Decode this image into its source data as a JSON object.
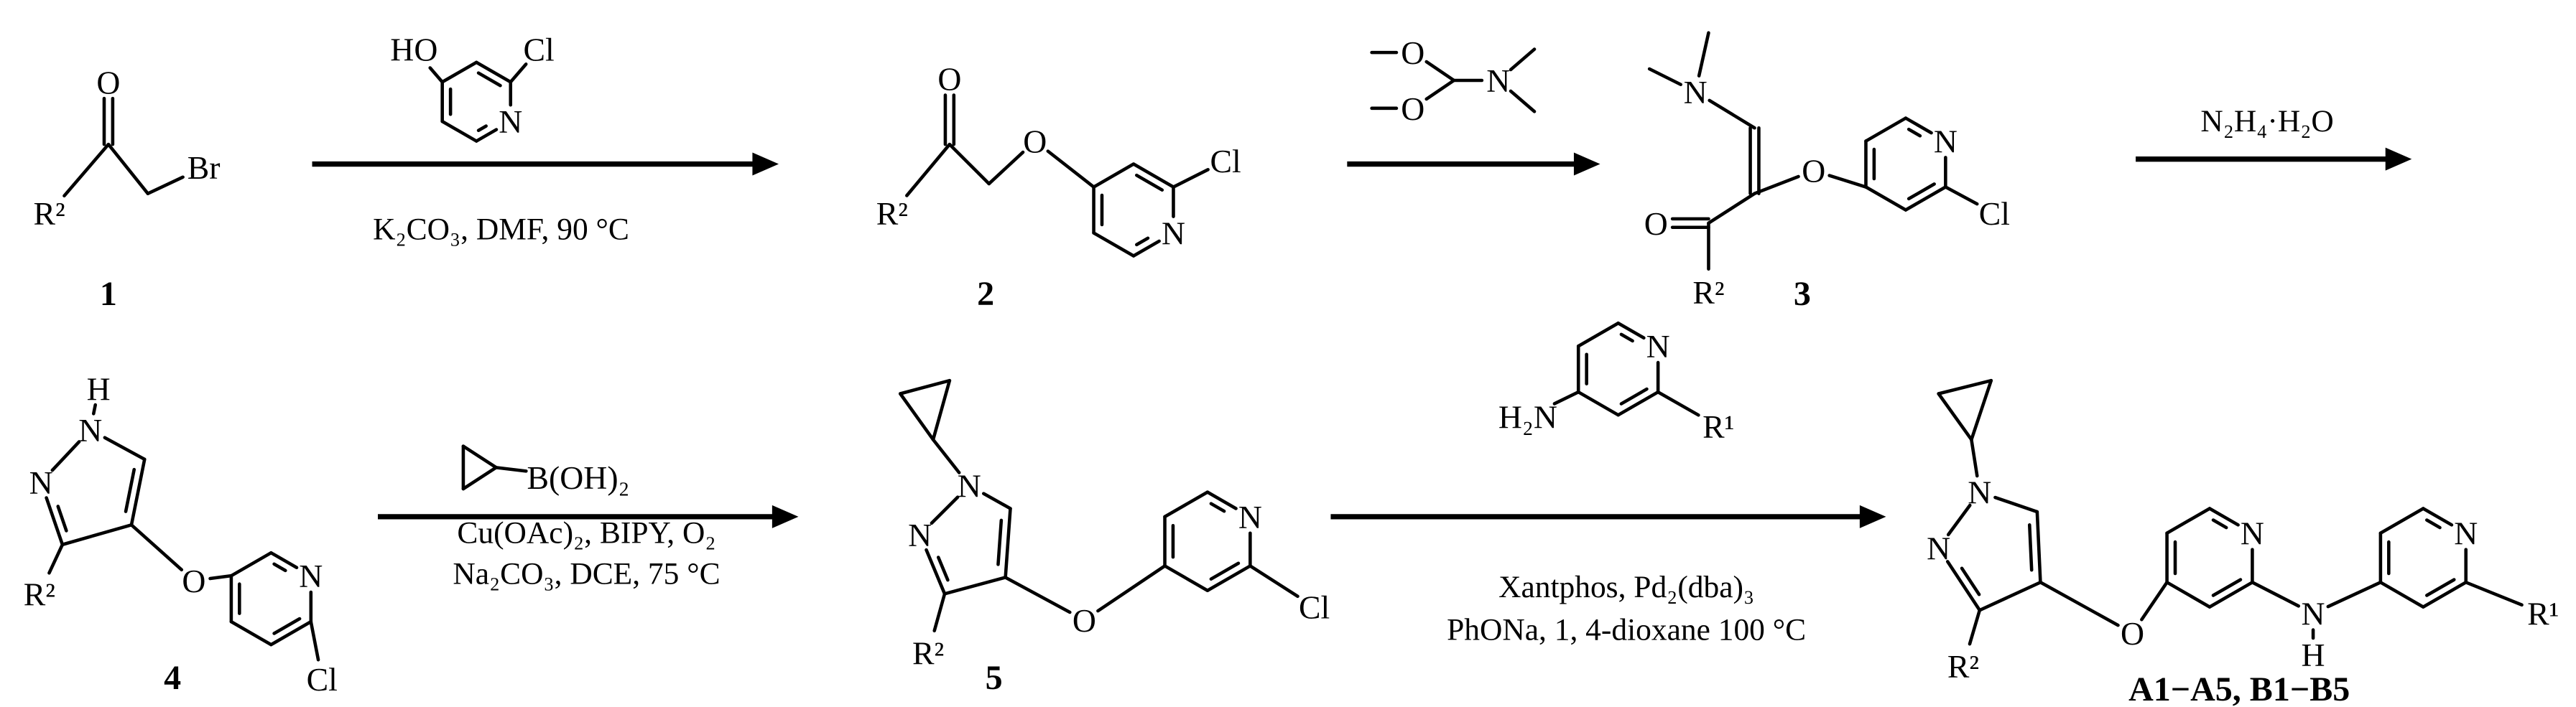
{
  "atoms": {
    "O": "O",
    "N": "N",
    "Cl": "Cl",
    "Br": "Br",
    "HO": "HO",
    "H": "H",
    "R1": "R¹",
    "R2": "R²",
    "H2N": "H₂N",
    "BOH2": "B(OH)₂"
  },
  "compound_labels": {
    "c1": "1",
    "c2": "2",
    "c3": "3",
    "c4": "4",
    "c5": "5",
    "product": "A1−A5, B1−B5"
  },
  "reactions": {
    "step1": [
      "K₂CO₃, DMF, 90 °C"
    ],
    "step3": [
      "N₂H₄·H₂O"
    ],
    "step4": [
      "Cu(OAc)₂, BIPY, O₂",
      "Na₂CO₃, DCE, 75 °C"
    ],
    "step5": [
      "Xantphos, Pd₂(dba)₃",
      "PhONa, 1, 4-dioxane 100 °C"
    ]
  },
  "colors": {
    "ink": "#000000",
    "background": "#ffffff"
  }
}
